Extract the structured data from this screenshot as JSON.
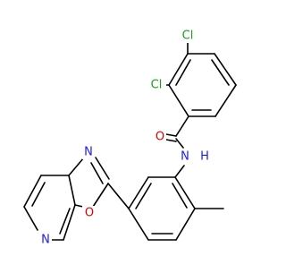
{
  "molecule": {
    "atom_labels": {
      "cl1": "Cl",
      "cl2": "Cl",
      "o_carbonyl": "O",
      "n_amide": "N",
      "h_amide": "H",
      "n_oxazole": "N",
      "o_oxazole": "O",
      "n_pyridine": "N"
    },
    "colors": {
      "bond": "#000000",
      "chlorine": "#1a9e1a",
      "oxygen": "#e00000",
      "nitrogen": "#1a1aff",
      "hydrogen": "#1a1aff"
    }
  }
}
